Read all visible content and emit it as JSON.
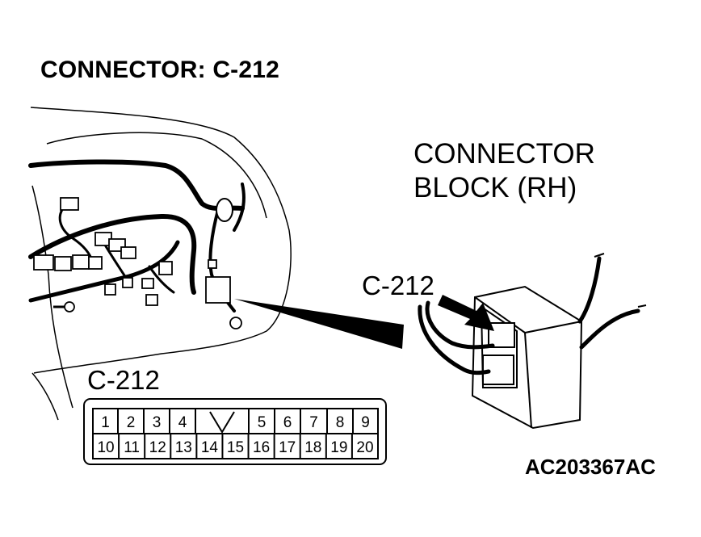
{
  "title": "CONNECTOR: C-212",
  "block_label": [
    "CONNECTOR",
    "BLOCK (RH)"
  ],
  "callout_label": "C-212",
  "face_label": "C-212",
  "doc_id": "AC203367AC",
  "pins_top": [
    "1",
    "2",
    "3",
    "4",
    "",
    "5",
    "6",
    "7",
    "8",
    "9"
  ],
  "pins_bottom": [
    "10",
    "11",
    "12",
    "13",
    "14",
    "15",
    "16",
    "17",
    "18",
    "19",
    "20"
  ]
}
